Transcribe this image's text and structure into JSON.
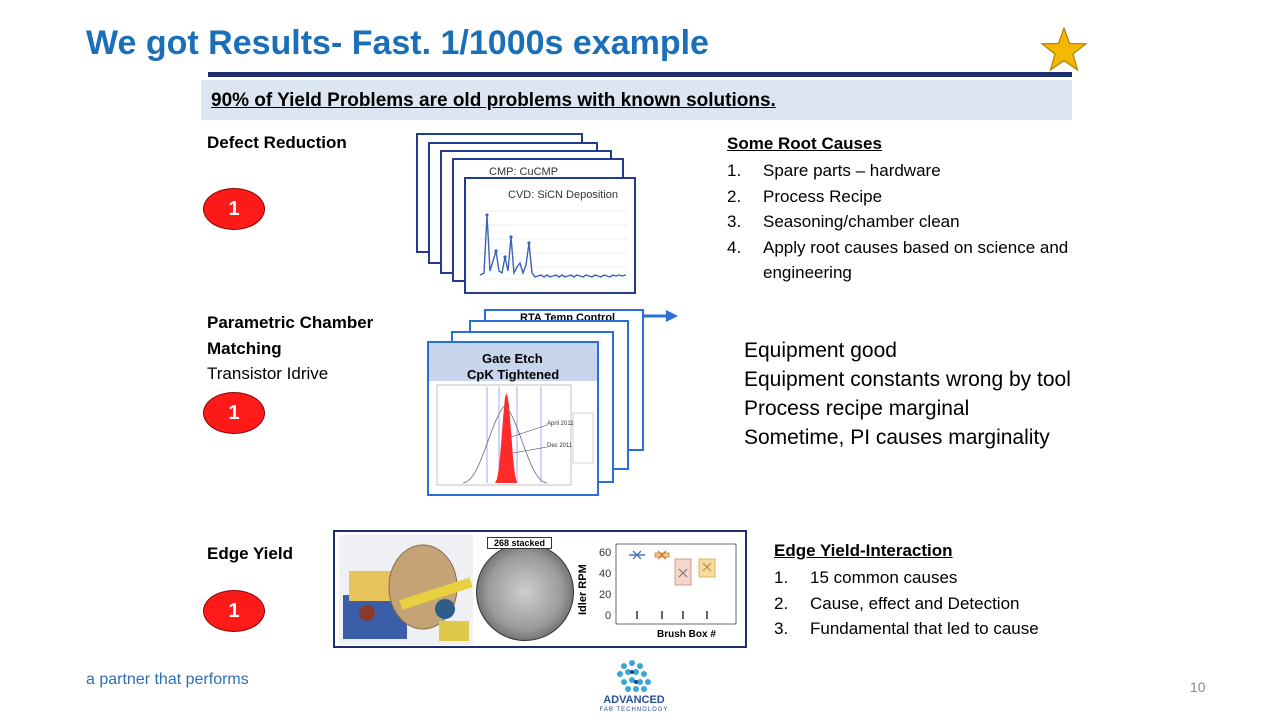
{
  "title": "We got Results- Fast. 1/1000s example",
  "banner": "90% of Yield Problems are old problems with known solutions.",
  "sections": {
    "defect": {
      "label": "Defect Reduction",
      "badge": "1",
      "chart_titles": {
        "front": "CVD: SiCN Deposition",
        "second": "CMP: CuCMP"
      },
      "list_title": "Some  Root Causes",
      "items": [
        {
          "n": "1.",
          "text": "Spare parts – hardware"
        },
        {
          "n": "2.",
          "text": "Process Recipe"
        },
        {
          "n": "3.",
          "text": "Seasoning/chamber clean"
        },
        {
          "n": "4.",
          "text": "Apply root causes based on science and engineering"
        }
      ]
    },
    "parametric": {
      "label_line1": "Parametric Chamber",
      "label_line2": "Matching",
      "sublabel": "Transistor Idrive",
      "badge": "1",
      "back_card_title": "RTA Temp Control",
      "front_card_title1": "Gate Etch",
      "front_card_title2": "CpK Tightened",
      "annot1": "April 2011",
      "annot2": "Dec 2011",
      "notes": [
        "Equipment good",
        "Equipment constants wrong by tool",
        "Process recipe marginal",
        "Sometime, PI causes marginality"
      ]
    },
    "edge": {
      "label": "Edge Yield",
      "badge": "1",
      "stacked_label": "268 stacked",
      "box_ylabel": "Idler RPM",
      "box_xlabel": "Brush Box #",
      "box_yticks": [
        "60",
        "40",
        "20",
        "0"
      ],
      "list_title": "Edge Yield-Interaction",
      "items": [
        {
          "n": "1.",
          "text": "15 common causes"
        },
        {
          "n": "2.",
          "text": "Cause, effect and Detection"
        },
        {
          "n": "3.",
          "text": "Fundamental that led to cause"
        }
      ]
    }
  },
  "footer": {
    "tagline": "a partner that performs",
    "page": "10",
    "logo_line1": "ADVANCED",
    "logo_line2": "FAB TECHNOLOGY"
  },
  "colors": {
    "title": "#1a6fb8",
    "rule": "#1d2f6b",
    "banner": "#dbe6f2",
    "badge": "#ff1a1a",
    "star": "#f5b800"
  }
}
